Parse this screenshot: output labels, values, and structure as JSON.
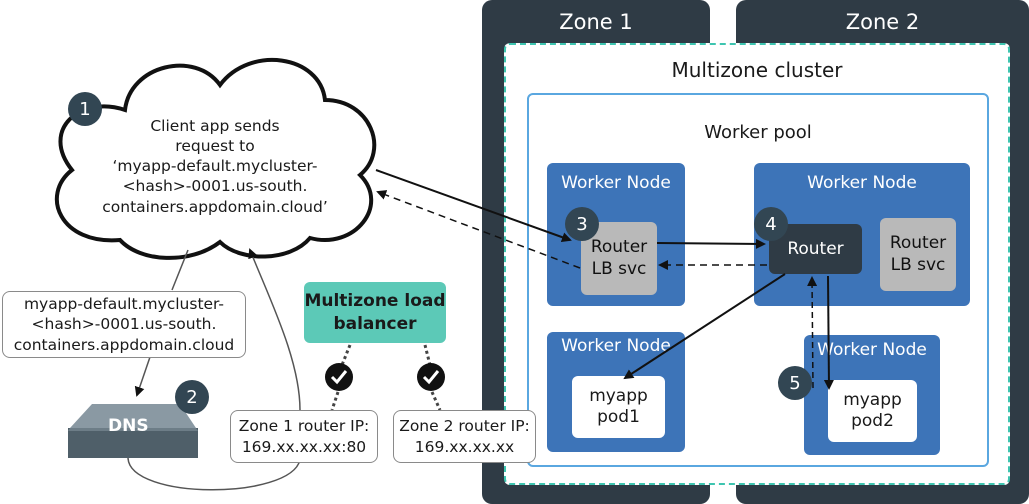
{
  "zones": {
    "zone1": "Zone 1",
    "zone2": "Zone 2"
  },
  "cluster": {
    "title": "Multizone cluster"
  },
  "worker_pool": {
    "title": "Worker pool"
  },
  "worker_node_label": "Worker Node",
  "components": {
    "router_lb_svc": "Router\nLB svc",
    "router": "Router",
    "pod1": "myapp\npod1",
    "pod2": "myapp\npod2"
  },
  "client": {
    "text": "Client app sends\nrequest to\n‘myapp-default.mycluster-\n<hash>-0001.us-south.\ncontainers.appdomain.cloud’"
  },
  "hostname_box": "myapp-default.mycluster-\n<hash>-0001.us-south.\ncontainers.appdomain.cloud",
  "dns": {
    "label": "DNS"
  },
  "load_balancer": {
    "label": "Multizone load\nbalancer"
  },
  "router_ips": {
    "zone1": "Zone 1 router IP:\n169.xx.xx.xx:80",
    "zone2": "Zone 2 router IP:\n169.xx.xx.xx"
  },
  "steps": [
    "1",
    "2",
    "3",
    "4",
    "5"
  ],
  "colors": {
    "zone": "#2f3b45",
    "cluster_border": "#3ec5b0",
    "pool_border": "#5aa7e0",
    "node": "#3d74b8",
    "load_balancer": "#5cc9b7",
    "badge": "#324653"
  }
}
